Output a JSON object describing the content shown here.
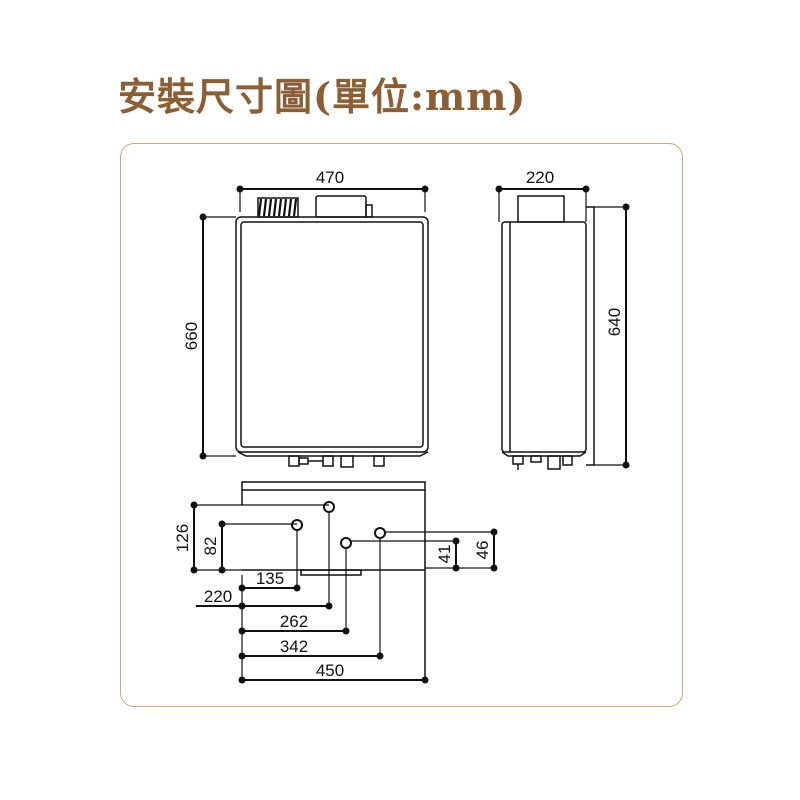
{
  "title": "安裝尺寸圖(單位:mm)",
  "colors": {
    "title": "#8b5e34",
    "frame": "#c9a876",
    "line": "#111111"
  },
  "front_view": {
    "width": "470",
    "height": "660"
  },
  "side_view": {
    "depth": "220",
    "height": "640"
  },
  "bottom_view": {
    "dim_126": "126",
    "dim_82": "82",
    "dim_135": "135",
    "dim_220": "220",
    "dim_262": "262",
    "dim_342": "342",
    "dim_450": "450",
    "dim_41": "41",
    "dim_46": "46"
  }
}
